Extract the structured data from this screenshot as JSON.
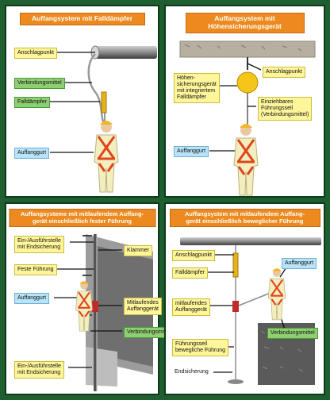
{
  "panels": {
    "p1": {
      "title": "Auffangsystem mit Falldämpfer",
      "labels": {
        "anschlagpunkt": "Anschlagpunkt",
        "verbindungsmittel": "Verbindungsmittel",
        "falldaempfer": "Falldämpfer",
        "auffanggurt": "Auffanggurt"
      }
    },
    "p2": {
      "title_line1": "Auffangsystem mit",
      "title_line2": "Höhensicherungsgerät",
      "labels": {
        "anschlagpunkt": "Anschlagpunkt",
        "hoehensicherung": "Höhen-\nsicherungsgerät\nmit integriertem\nFalldämpfer",
        "einziehbares": "Einziehbares\nFührungsseil\n(Verbindungsmittel)",
        "auffanggurt": "Auffanggurt"
      }
    },
    "p3": {
      "title_line1": "Auffangsysteme mit mitlaufendem Auffang-",
      "title_line2": "gerät einschließlich fester Führung",
      "labels": {
        "einaus_top": "Ein-/Ausführstelle\nmit Endsicherung",
        "klammer": "Klammer",
        "feste_fuehrung": "Feste Führung",
        "auffanggurt": "Auffanggurt",
        "mitlaufendes": "Mitlaufendes\nAuffanggerät",
        "verbindungsmittel": "Verbindungsmittel",
        "einaus_bottom": "Ein-/Ausführstelle\nmit Endsicherung"
      }
    },
    "p4": {
      "title_line1": "Auffangsystem mit mitlaufendem Auffang-",
      "title_line2": "gerät einschließlich beweglicher Führung",
      "labels": {
        "anschlagpunkt": "Anschlagpunkt",
        "auffanggurt": "Auffanggurt",
        "falldaempfer": "Falldämpfer",
        "mitlaufendes": "mitlaufendes\nAuffanggerät",
        "verbindungsmittel": "Verbindungsmittel",
        "fuehrungsseil": "Führungsseil\nbewegliche Führung",
        "endsicherung": "Endsicherung"
      }
    }
  },
  "colors": {
    "background": "#1f5e2e",
    "title": "#ec8a1f",
    "label_yellow": "#fff59a",
    "label_green": "#8fcf72",
    "label_blue": "#b9e3f7",
    "harness": "#e0451c",
    "suit": "#f2eec0",
    "helmet": "#f3b62a"
  }
}
